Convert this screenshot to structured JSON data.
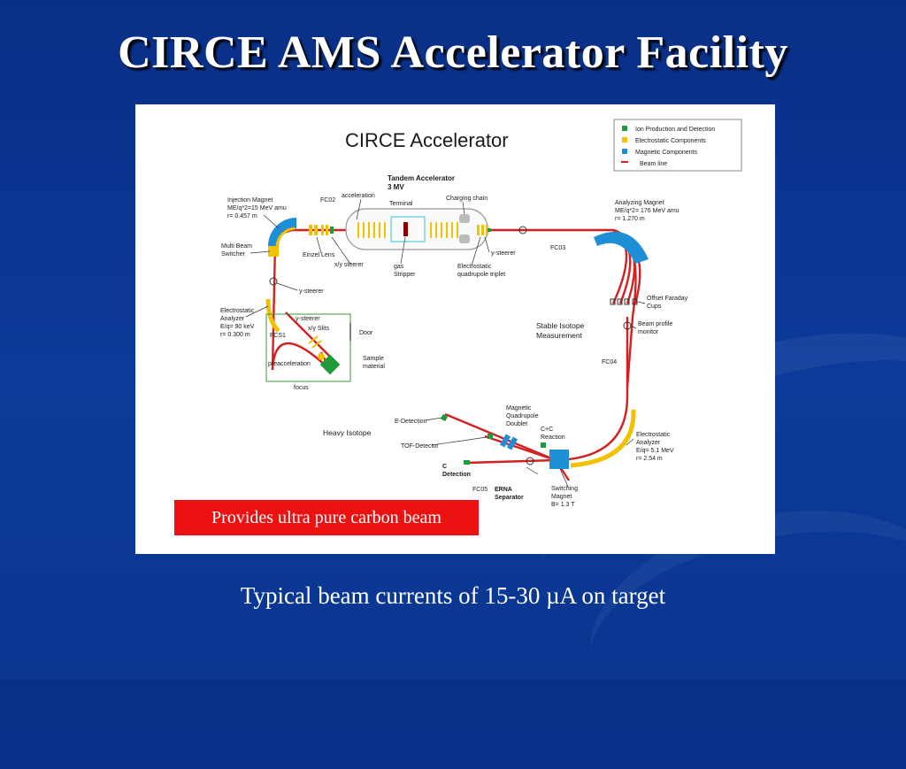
{
  "slide": {
    "title": "CIRCE AMS Accelerator Facility",
    "footer": "Typical beam currents of 15-30 µA on target",
    "callout": "Provides ultra pure carbon beam"
  },
  "diagram": {
    "title": "CIRCE Accelerator",
    "legend": [
      {
        "label": "Ion Production and Detection",
        "color": "#1f9a3a"
      },
      {
        "label": "Electrostatic Components",
        "color": "#f2c200"
      },
      {
        "label": "Magnetic Components",
        "color": "#1e8fd6"
      },
      {
        "label": "Beam line",
        "color": "#e02020"
      }
    ],
    "labels": {
      "tandem": "Tandem Accelerator",
      "tandem_mv": "3 MV",
      "terminal": "Terminal",
      "charging_chain": "Charging chain",
      "acceleration": "acceleration",
      "fc02": "FC02",
      "inj1": "Injection Magnet",
      "inj2": "ME/q*2=15 MeV amu",
      "inj3": "r= 0.457 m",
      "mbs1": "Multi Beam",
      "mbs2": "Switcher",
      "einzel": "Einzel Lens",
      "xy_steerer_top": "x/y steerer",
      "gas1": "gas",
      "gas2": "Stripper",
      "equad1": "Electrostatic",
      "equad2": "quadrupole triplet",
      "y_steerer_top": "y-steerer",
      "fc03": "FC03",
      "ana1": "Analyzing Magnet",
      "ana2": "ME/q*2= 176 MeV amu",
      "ana3": "r= 1.270 m",
      "offset1": "Offset Faraday",
      "offset2": "Cups",
      "y_steerer_left": "y-steerer",
      "esa1": "Electrostatic",
      "esa2": "Analyzer",
      "esa3": "E/q= 90 keV",
      "esa4": "r= 0.300 m",
      "src_ysteer": "y-steerer",
      "xy_slits": "x/y Slits",
      "door": "Door",
      "fcs1": "FCS1",
      "preacc": "preacceleration",
      "sample1": "Sample",
      "sample2": "material",
      "focus": "focus",
      "stable1": "Stable Isotope",
      "stable2": "Measurement",
      "bpm1": "Beam profile",
      "bpm2": "monitor",
      "fc04": "FC04",
      "heavy": "Heavy Isotope",
      "edet": "E-Detection",
      "tof": "TOF-Detector",
      "mq1": "Magnetic",
      "mq2": "Quadrupole",
      "mq3": "Doublet",
      "cc1": "C+C",
      "cc2": "Reaction",
      "cdet1": "C",
      "cdet2": "Detection",
      "fc05": "FC05",
      "erna1": "ERNA",
      "erna2": "Separator",
      "sw1": "Switching",
      "sw2": "Magnet",
      "sw3": "B= 1.3 T",
      "esa2_1": "Electrostatic",
      "esa2_2": "Analyzer",
      "esa2_3": "E/q= 5.1 MeV",
      "esa2_4": "r= 2.54 m"
    }
  }
}
